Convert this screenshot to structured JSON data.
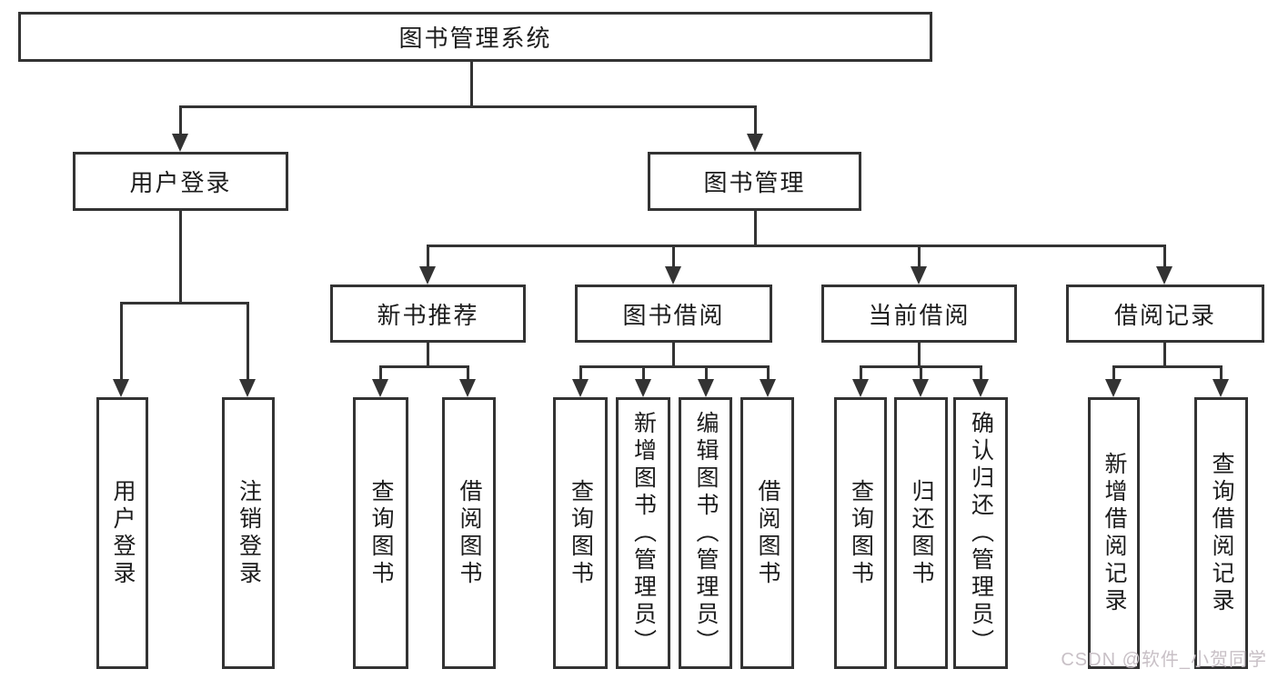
{
  "tree": {
    "root": "图书管理系统",
    "level1": [
      "用户登录",
      "图书管理"
    ],
    "level2": [
      "新书推荐",
      "图书借阅",
      "当前借阅",
      "借阅记录"
    ],
    "leaves": {
      "user": [
        "用户登录",
        "注销登录"
      ],
      "newbook": [
        "查询图书",
        "借阅图书"
      ],
      "borrow": [
        "查询图书",
        "新增图书（管理员）",
        "编辑图书（管理员）",
        "借阅图书"
      ],
      "current": [
        "查询图书",
        "归还图书",
        "确认归还（管理员）"
      ],
      "records": [
        "新增借阅记录",
        "查询借阅记录"
      ]
    }
  },
  "colors": {
    "line": "#333333",
    "text": "#1c1c1c",
    "watermark": "#c8c0c6"
  },
  "watermark": "CSDN @软件_小贺同学"
}
